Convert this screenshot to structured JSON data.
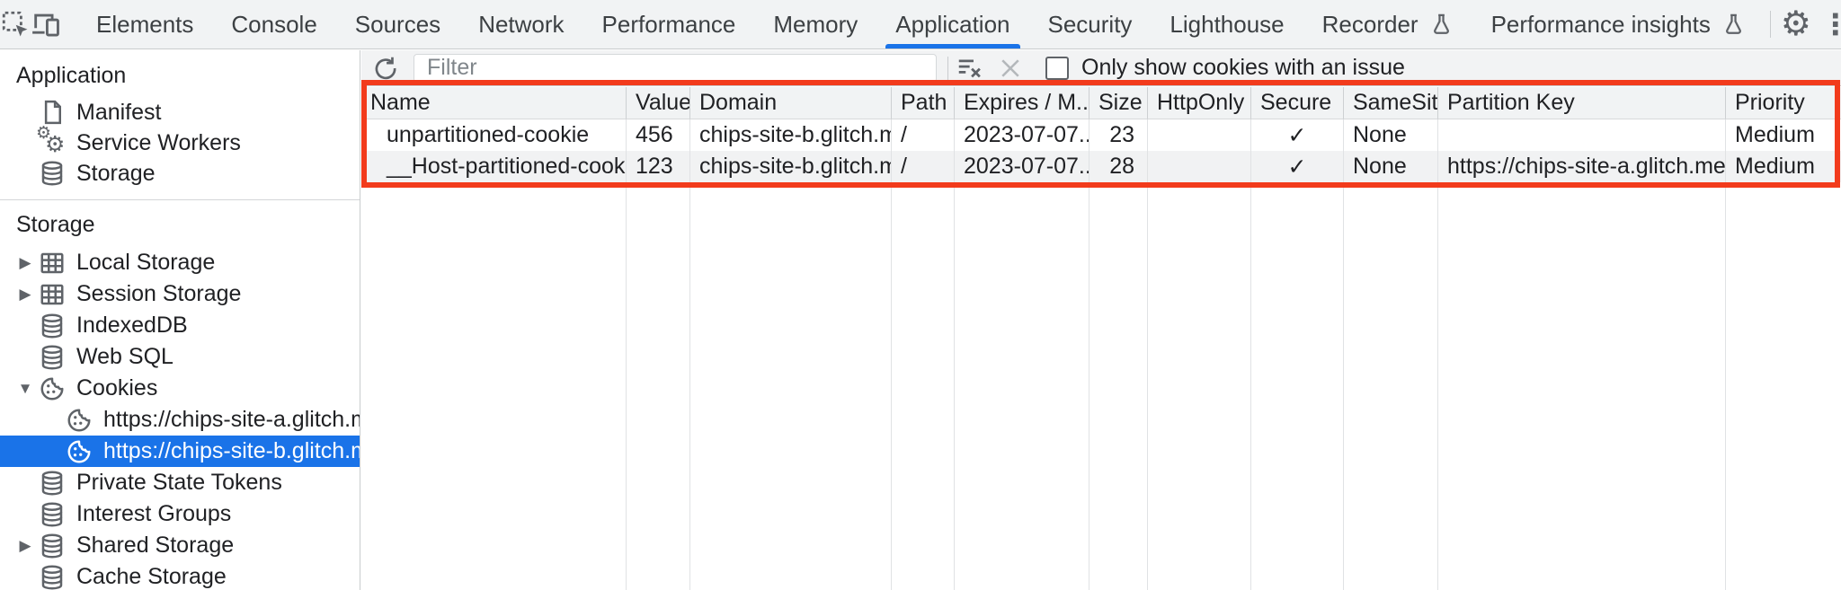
{
  "tabbar": {
    "tabs": [
      {
        "label": "Elements"
      },
      {
        "label": "Console"
      },
      {
        "label": "Sources"
      },
      {
        "label": "Network"
      },
      {
        "label": "Performance"
      },
      {
        "label": "Memory"
      },
      {
        "label": "Application",
        "active": true
      },
      {
        "label": "Security"
      },
      {
        "label": "Lighthouse"
      },
      {
        "label": "Recorder",
        "flask": true
      },
      {
        "label": "Performance insights",
        "flask": true
      }
    ],
    "icons": [
      "inspect-icon",
      "device-toolbar-icon",
      "settings-gear-icon",
      "more-kebab-icon",
      "close-icon"
    ]
  },
  "sidebar": {
    "sections": [
      {
        "title": "Application",
        "items": [
          {
            "label": "Manifest",
            "icon": "document-icon"
          },
          {
            "label": "Service Workers",
            "icon": "gears-icon"
          },
          {
            "label": "Storage",
            "icon": "database-icon"
          }
        ]
      },
      {
        "title": "Storage",
        "items": [
          {
            "label": "Local Storage",
            "icon": "table-icon",
            "arrow": "▶"
          },
          {
            "label": "Session Storage",
            "icon": "table-icon",
            "arrow": "▶"
          },
          {
            "label": "IndexedDB",
            "icon": "database-icon",
            "arrow": ""
          },
          {
            "label": "Web SQL",
            "icon": "database-icon",
            "arrow": ""
          },
          {
            "label": "Cookies",
            "icon": "cookie-icon",
            "arrow": "▼"
          },
          {
            "label": "Private State Tokens",
            "icon": "database-icon",
            "arrow": ""
          },
          {
            "label": "Interest Groups",
            "icon": "database-icon",
            "arrow": ""
          },
          {
            "label": "Shared Storage",
            "icon": "database-icon",
            "arrow": "▶"
          },
          {
            "label": "Cache Storage",
            "icon": "database-icon",
            "arrow": ""
          }
        ],
        "cookie_children": [
          {
            "label": "https://chips-site-a.glitch.me",
            "selected": false
          },
          {
            "label": "https://chips-site-b.glitch.me",
            "selected": true
          }
        ]
      }
    ]
  },
  "toolbar": {
    "filter_placeholder": "Filter",
    "filter_value": "",
    "checkbox_label": "Only show cookies with an issue",
    "checkbox_checked": false
  },
  "cookie_table": {
    "columns": [
      "Name",
      "Value",
      "Domain",
      "Path",
      "Expires / M...",
      "Size",
      "HttpOnly",
      "Secure",
      "SameSite",
      "Partition Key",
      "Priority"
    ],
    "rows": [
      {
        "name": "unpartitioned-cookie",
        "value": "456",
        "domain": "chips-site-b.glitch.me",
        "path": "/",
        "expires": "2023-07-07...",
        "size": "23",
        "http_only": "",
        "secure": "✓",
        "same_site": "None",
        "partition_key": "",
        "priority": "Medium"
      },
      {
        "name": "__Host-partitioned-cookie",
        "value": "123",
        "domain": "chips-site-b.glitch.me",
        "path": "/",
        "expires": "2023-07-07...",
        "size": "28",
        "http_only": "",
        "secure": "✓",
        "same_site": "None",
        "partition_key": "https://chips-site-a.glitch.me",
        "priority": "Medium"
      }
    ]
  },
  "colors": {
    "accent_blue": "#1a73e8",
    "selection_bg": "#1a73e8",
    "annotation_red": "#f23b1c",
    "toolbar_bg": "#f1f3f4",
    "row_alt_bg": "#f1f2f3",
    "grid_line": "#e0e2e4"
  }
}
